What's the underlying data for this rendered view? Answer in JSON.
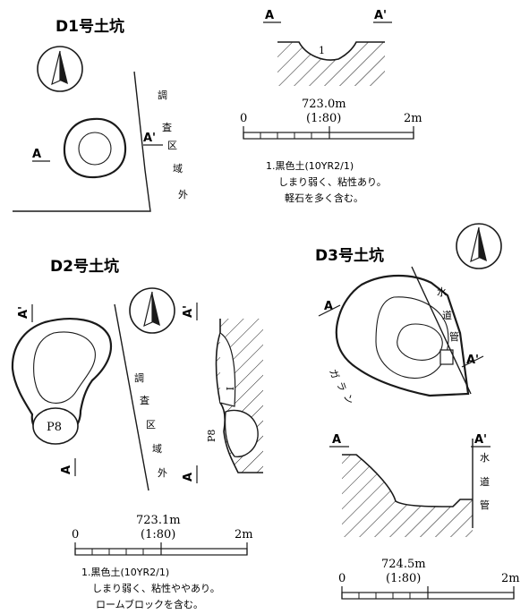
{
  "d1": {
    "title": "D1号土坑",
    "label_a": "A",
    "label_a_prime": "A'",
    "section_a": "A",
    "section_a_prime": "A'",
    "layer_1": "1",
    "outside_survey": [
      "調",
      "査",
      "区",
      "域",
      "外"
    ],
    "scale": {
      "elevation": "723.0m",
      "ratio": "(1:80)",
      "zero": "0",
      "max": "2m"
    },
    "notes": [
      "1.黒色土(10YR2/1)",
      "しまり弱く、粘性あり。",
      "軽石を多く含む。"
    ]
  },
  "d2": {
    "title": "D2号土坑",
    "label_a": "A",
    "label_a_prime": "A'",
    "section_a": "A",
    "section_a_prime": "A'",
    "pit": "P8",
    "section_pit": "P8",
    "layer_1": "I",
    "outside_survey": [
      "調",
      "査",
      "区",
      "域",
      "外"
    ],
    "scale": {
      "elevation": "723.1m",
      "ratio": "(1:80)",
      "zero": "0",
      "max": "2m"
    },
    "notes": [
      "1.黒色土(10YR2/1)",
      "しまり弱く、粘性ややあり。",
      "ロームブロックを含む。"
    ]
  },
  "d3": {
    "title": "D3号土坑",
    "label_a": "A",
    "label_a_prime": "A'",
    "section_a": "A",
    "section_a_prime": "A'",
    "water_pipe": [
      "水",
      "道",
      "管"
    ],
    "section_water_pipe": [
      "水",
      "道",
      "管"
    ],
    "gravel": [
      "ガ",
      "ラ",
      "ン"
    ],
    "scale": {
      "elevation": "724.5m",
      "ratio": "(1:80)",
      "zero": "0",
      "max": "2m"
    }
  }
}
